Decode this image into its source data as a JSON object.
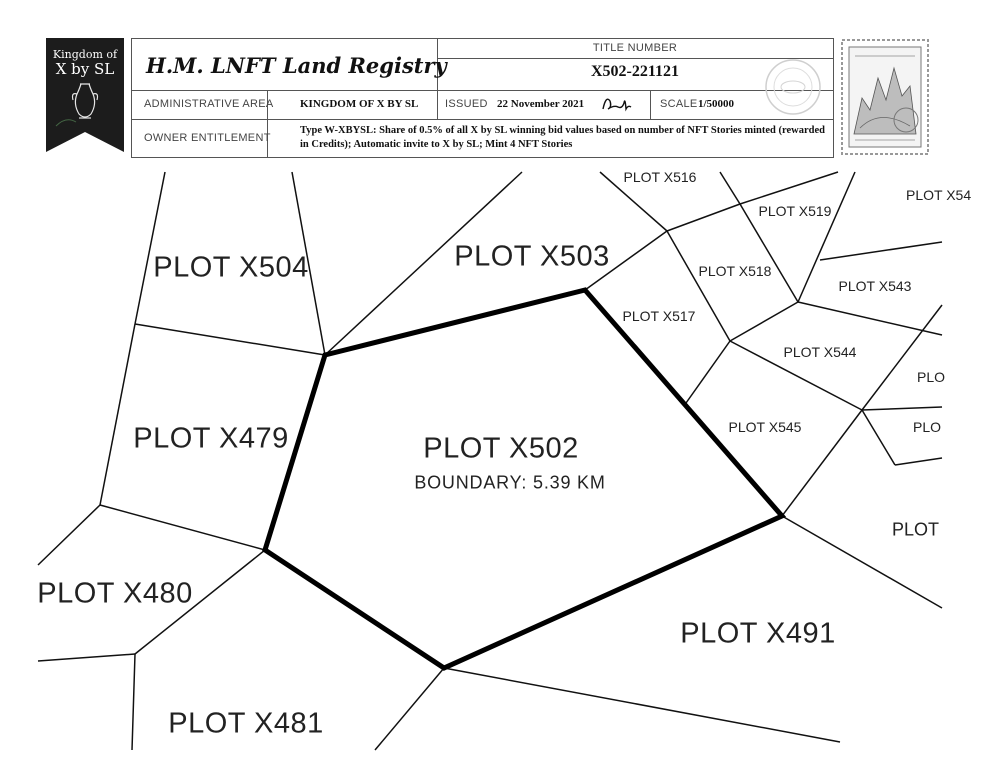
{
  "banner": {
    "line1": "Kingdom of",
    "line2": "X by SL"
  },
  "header": {
    "registry_title": "H.M. LNFT Land Registry",
    "title_number_label": "TITLE NUMBER",
    "title_number": "X502-221121",
    "admin_area_label": "ADMINISTRATIVE AREA",
    "admin_area": "KINGDOM OF X BY SL",
    "issued_label": "ISSUED",
    "issued_date": "22 November 2021",
    "scale_label": "SCALE",
    "scale_value": "1/50000",
    "owner_label": "OWNER ENTITLEMENT",
    "owner_text": "Type W-XBYSL: Share of 0.5% of all X by SL winning bid values based on number of NFT Stories minted (rewarded in Credits); Automatic invite to X by SL; Mint 4 NFT Stories"
  },
  "plots": {
    "x502": "PLOT X502",
    "x502_boundary": "BOUNDARY: 5.39 KM",
    "x504": "PLOT X504",
    "x503": "PLOT X503",
    "x479": "PLOT X479",
    "x480": "PLOT X480",
    "x481": "PLOT X481",
    "x491": "PLOT X491",
    "x516": "PLOT X516",
    "x519": "PLOT X519",
    "x543_top": "PLOT X54",
    "x518": "PLOT X518",
    "x543": "PLOT X543",
    "x517": "PLOT X517",
    "x544": "PLOT X544",
    "x545": "PLOT X545",
    "right_a": "PLO",
    "right_b": "PLO",
    "right_c": "PLOT"
  },
  "colors": {
    "banner": "#1c1c1c",
    "line": "#111111",
    "text": "#222222"
  }
}
